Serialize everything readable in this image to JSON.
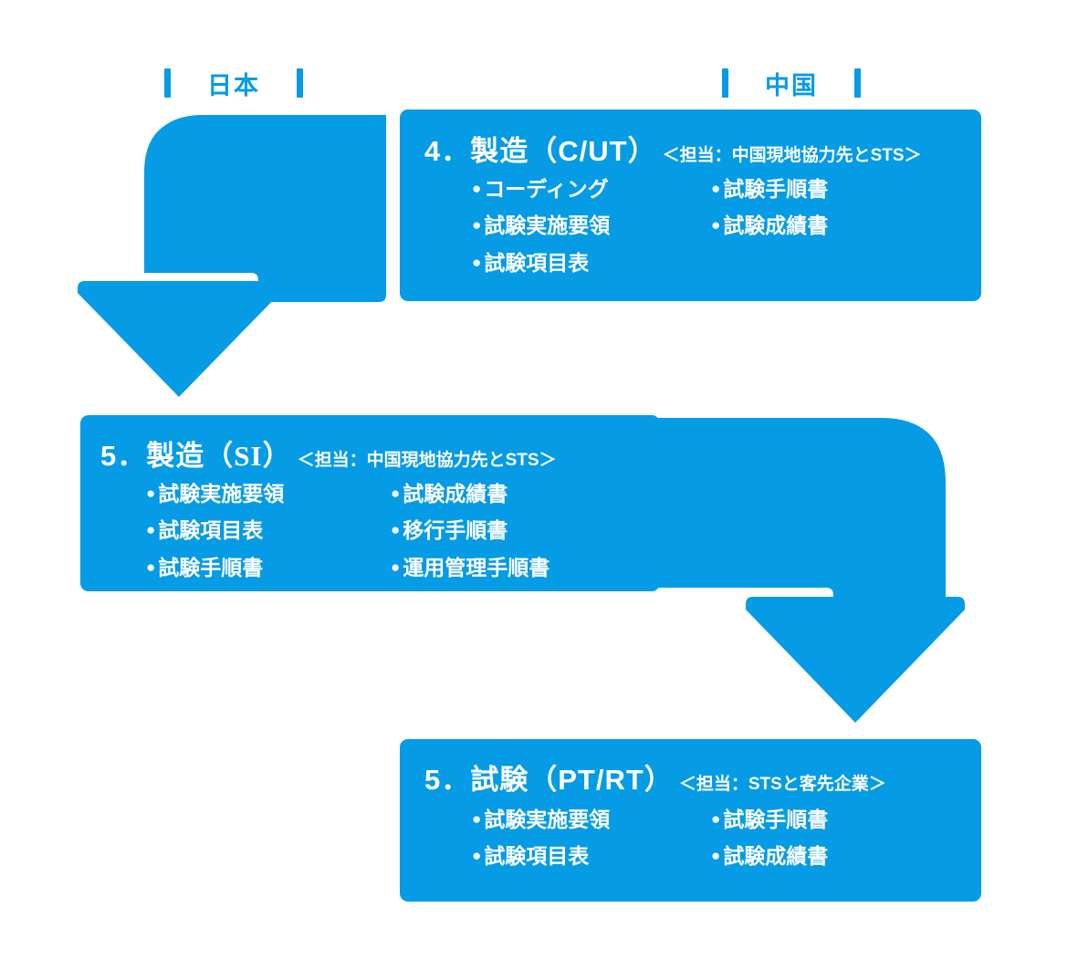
{
  "theme": {
    "accent": "#059BE5",
    "text_on_accent": "#FFFFFF",
    "background": "#FFFFFF"
  },
  "columns": [
    {
      "id": "japan",
      "label": "日本"
    },
    {
      "id": "china",
      "label": "中国"
    }
  ],
  "boxes": [
    {
      "id": "manufacture-cut",
      "number": "4．",
      "phase": "製造（C/UT）",
      "owner": "＜担当：中国現地協力先とSTS＞",
      "bullets_left": [
        "コーディング",
        "試験実施要領",
        "試験項目表"
      ],
      "bullets_right": [
        "試験手順書",
        "試験成績書",
        ""
      ]
    },
    {
      "id": "manufacture-si",
      "number": "5．",
      "phase_prefix": "製造（",
      "phase_mid": "SI",
      "phase_suffix": "）",
      "phase": "製造（SI）",
      "owner": "＜担当：中国現地協力先とSTS＞",
      "bullets_left": [
        "試験実施要領",
        "試験項目表",
        "試験手順書"
      ],
      "bullets_right": [
        "試験成績書",
        "移行手順書",
        "運用管理手順書"
      ]
    },
    {
      "id": "test-ptrt",
      "number": "5．",
      "phase": "試験（PT/RT）",
      "owner": "＜担当：STSと客先企業＞",
      "bullets_left": [
        "試験実施要領",
        "試験項目表"
      ],
      "bullets_right": [
        "試験手順書",
        "試験成績書"
      ]
    }
  ],
  "arrows": [
    {
      "id": "arrow-china-to-japan",
      "direction": "right-to-left-down"
    },
    {
      "id": "arrow-japan-to-china",
      "direction": "left-to-right-down"
    }
  ],
  "bullet_glyph": "●"
}
